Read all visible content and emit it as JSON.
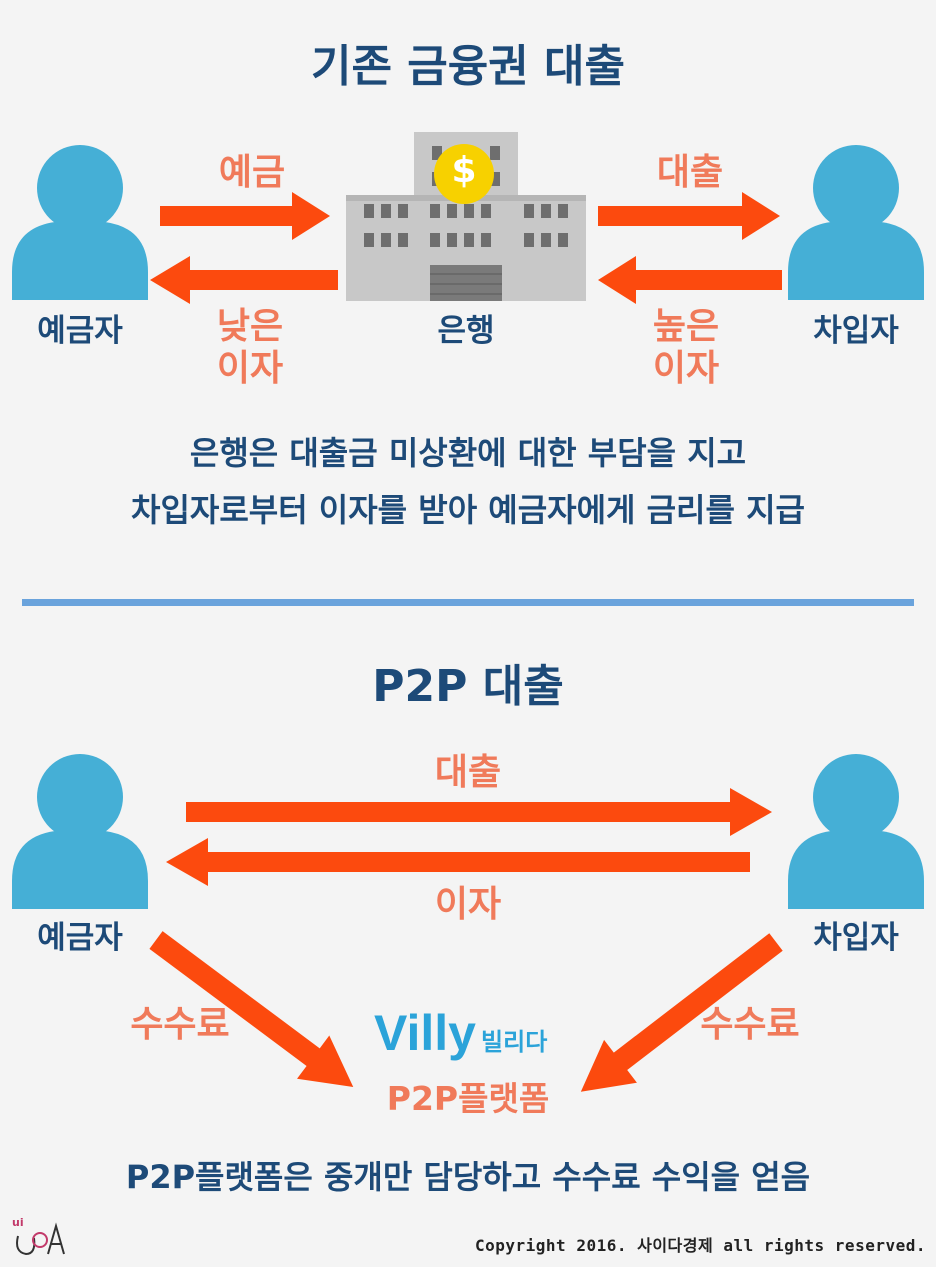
{
  "top": {
    "title": "기존 금융권 대출",
    "depositor": "예금자",
    "borrower": "차입자",
    "bank": "은행",
    "bank_icon_symbol": "$",
    "arrow_deposit": "예금",
    "arrow_loan": "대출",
    "low_interest_line1": "낮은",
    "low_interest_line2": "이자",
    "high_interest_line1": "높은",
    "high_interest_line2": "이자",
    "description_line1": "은행은 대출금 미상환에 대한 부담을 지고",
    "description_line2": "차입자로부터 이자를 받아 예금자에게 금리를 지급"
  },
  "bottom": {
    "title": "P2P 대출",
    "depositor": "예금자",
    "borrower": "차입자",
    "arrow_loan": "대출",
    "arrow_interest": "이자",
    "fee_left": "수수료",
    "fee_right": "수수료",
    "brand": "Villy",
    "brand_sub": "빌리다",
    "platform": "P2P플랫폼",
    "description": "P2P플랫폼은 중개만 담당하고 수수료 수익을 얻음"
  },
  "footer": {
    "signature": "ui",
    "copyright": "Copyright 2016. 사이다경제 all rights reserved."
  },
  "colors": {
    "person": "#45afd6",
    "arrow": "#fc4a0e",
    "navy": "#1d4a78",
    "label_orange": "#f07a5a",
    "divider": "#6aa3dc",
    "building": "#c8c8c8",
    "coin": "#f7d100"
  }
}
